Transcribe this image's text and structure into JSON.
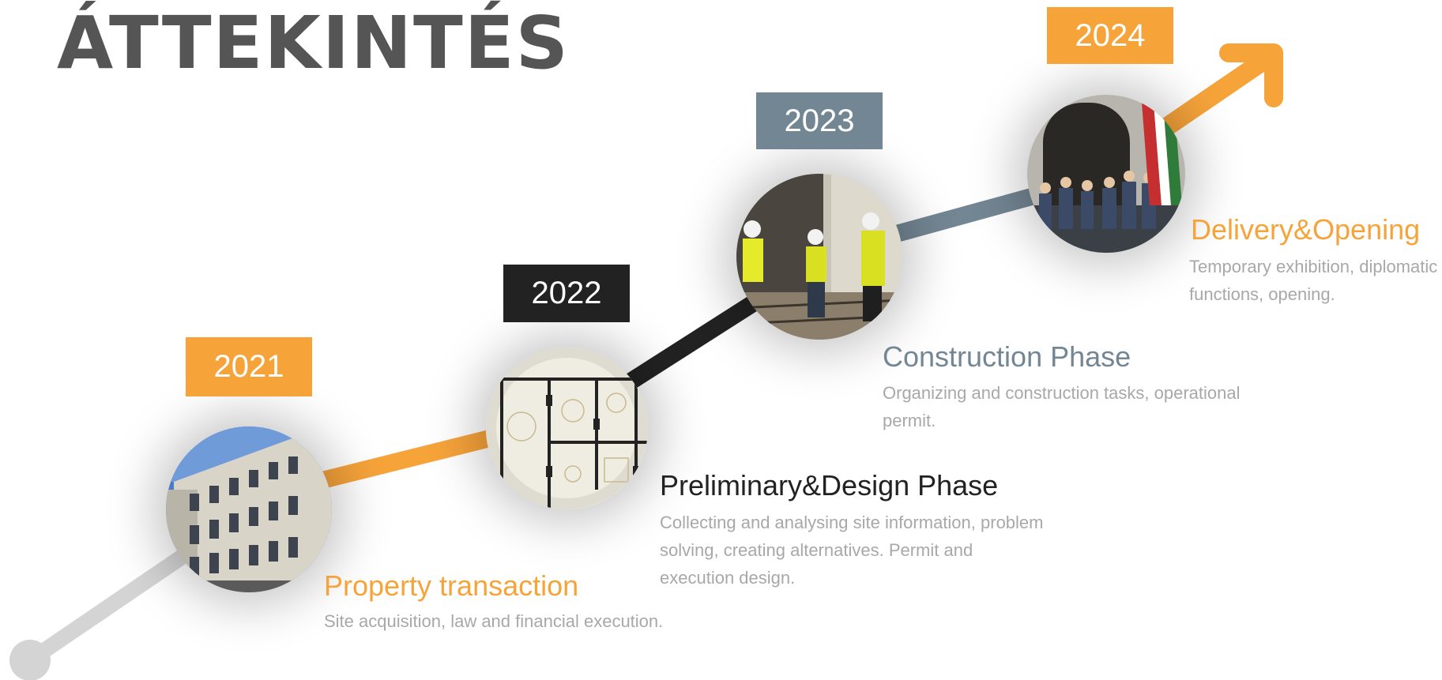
{
  "title": "ÁTTEKINTÉS",
  "colors": {
    "orange": "#f6a33a",
    "black": "#222222",
    "slate": "#738693",
    "grey": "#d4d4d4",
    "title_grey": "#555555",
    "desc_grey": "#a8a8a8"
  },
  "milestones": [
    {
      "year": "2021",
      "title": "Property transaction",
      "description": "Site acquisition, law and financial execution.",
      "accent": "#f6a33a",
      "photo": "building-facade-photo"
    },
    {
      "year": "2022",
      "title": "Preliminary&Design Phase",
      "description": "Collecting and analysing site information, problem solving, creating alternatives. Permit and execution design.",
      "accent": "#222222",
      "photo": "floor-plan-photo"
    },
    {
      "year": "2023",
      "title": "Construction Phase",
      "description": "Organizing and construction tasks, operational permit.",
      "accent": "#738693",
      "photo": "construction-site-photo"
    },
    {
      "year": "2024",
      "title": "Delivery&Opening",
      "description": "Temporary exhibition, diplomatic functions, opening.",
      "accent": "#f6a33a",
      "photo": "flag-opening-photo"
    }
  ]
}
